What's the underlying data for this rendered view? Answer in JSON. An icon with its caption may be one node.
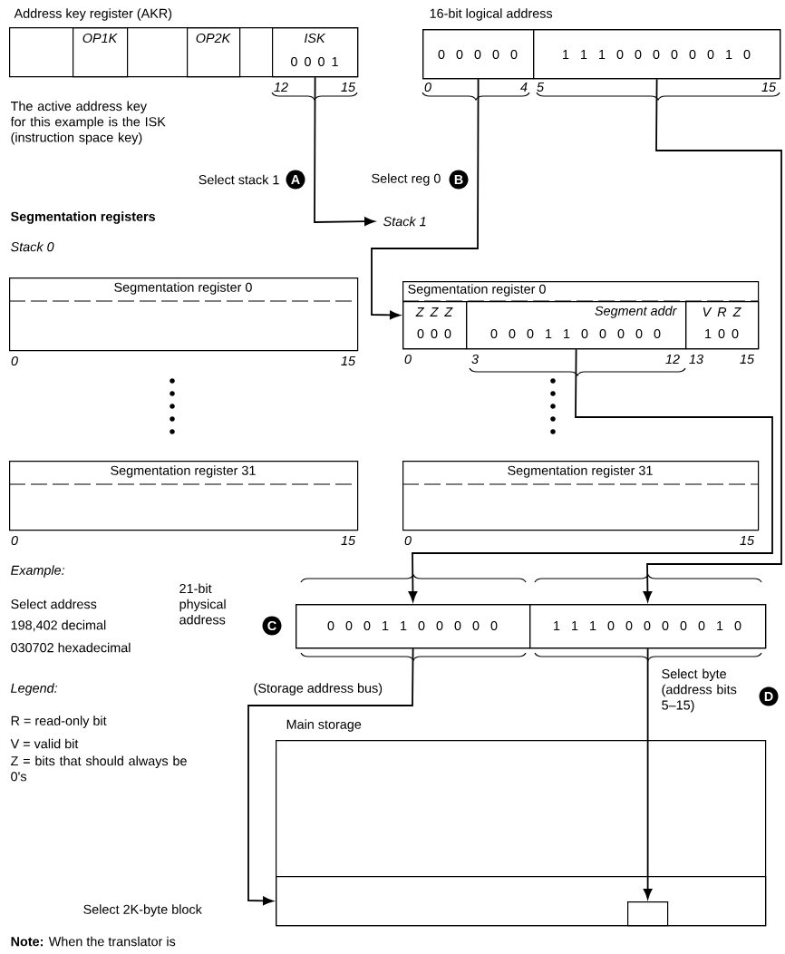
{
  "diagram": {
    "nodes": [
      {
        "text": [
          "Address key register (AKR)"
        ]
      },
      {
        "text": [
          "OP1K"
        ],
        "in": 0
      },
      {
        "text": [
          "OP2K"
        ],
        "in": 0
      },
      {
        "text": [
          "ISK",
          "0 0 0 1"
        ],
        "in": 0
      },
      {
        "text": [
          "16-bit logical address"
        ]
      },
      {
        "text": [
          "0 0 0 0 0"
        ],
        "in": 4
      },
      {
        "text": [
          "1 1 1 0 0 0 0 0 0 1 0"
        ],
        "in": 4
      },
      {
        "text": [
          "Stack 1"
        ]
      },
      {
        "text": [
          "Segmentation register 0"
        ]
      },
      {
        "text": [
          "Segmentation register 31"
        ]
      },
      {
        "text": [
          "Segmentation register 0"
        ]
      },
      {
        "text": [
          "Z Z Z",
          "0 0 0"
        ],
        "in": 10
      },
      {
        "text": [
          "Segment addr",
          "0 0 0 1 1 0 0 0 0 0"
        ],
        "in": 10
      },
      {
        "text": [
          "V R Z",
          "1 0 0"
        ],
        "in": 10
      },
      {
        "text": [
          "Segmentation register 31"
        ]
      },
      {
        "text": [],
        "shape": "box"
      },
      {
        "text": [
          "0 0 0 1 1 0 0 0 0 0"
        ],
        "in": 15
      },
      {
        "text": [
          "1 1 1 0 0 0 0 0 0 1 0"
        ],
        "in": 15
      },
      {
        "text": [
          "Main storage"
        ]
      },
      {
        "text": [],
        "shape": "box",
        "in": 18
      },
      {
        "text": [],
        "shape": "box",
        "in": 19
      }
    ],
    "edges": [
      {
        "from": 3,
        "to": 7,
        "arrow": "to"
      },
      {
        "from": 5,
        "to": 10,
        "arrow": "to"
      },
      {
        "from": 12,
        "to": 16,
        "arrow": "to"
      },
      {
        "from": 6,
        "to": 17,
        "arrow": "to"
      },
      {
        "from": 16,
        "to": 19,
        "arrow": "to"
      },
      {
        "from": 17,
        "to": 20,
        "arrow": "to"
      }
    ],
    "labels": [
      "12",
      "15",
      "The active address key for this example is the ISK (instruction space key)",
      "0",
      "4",
      "5",
      "15",
      "Select stack 1",
      "A",
      "Select reg 0",
      "B",
      "Segmentation registers",
      "Stack 0",
      "0",
      "15",
      "0",
      "3",
      "12",
      "13",
      "15",
      "0",
      "15",
      "0",
      "15",
      "Example:",
      "Select address",
      "21-bit physical address",
      "198,402 decimal",
      "030702 hexadecimal",
      "C",
      "Legend:",
      "(Storage address bus)",
      "Select byte (address bits 5–15)",
      "D",
      "R = read-only bit",
      "V = valid bit",
      "Z = bits that should always be 0's",
      "Select 2K-byte block",
      "**Note:** When the translator is"
    ]
  }
}
